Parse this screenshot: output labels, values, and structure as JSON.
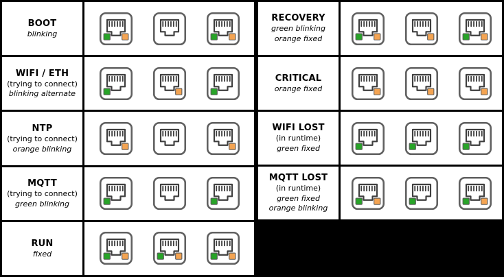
{
  "colors": {
    "led_green": "#28a428",
    "led_orange": "#f4a452",
    "background": "#000000",
    "cell_background": "#ffffff",
    "jack_outline": "#606060"
  },
  "tables": [
    {
      "id": "left",
      "rows": [
        {
          "title": "BOOT",
          "lines": [
            {
              "text": "blinking",
              "italic": true
            }
          ],
          "frames": [
            {
              "green": true,
              "orange": true
            },
            {
              "green": false,
              "orange": false
            },
            {
              "green": true,
              "orange": true
            }
          ]
        },
        {
          "title": "WIFI / ETH",
          "lines": [
            {
              "text": "(trying to connect)",
              "italic": false
            },
            {
              "text": "blinking alternate",
              "italic": true
            }
          ],
          "frames": [
            {
              "green": true,
              "orange": false
            },
            {
              "green": false,
              "orange": true
            },
            {
              "green": true,
              "orange": false
            }
          ]
        },
        {
          "title": "NTP",
          "lines": [
            {
              "text": "(trying to connect)",
              "italic": false
            },
            {
              "text": "orange blinking",
              "italic": true
            }
          ],
          "frames": [
            {
              "green": false,
              "orange": true
            },
            {
              "green": false,
              "orange": false
            },
            {
              "green": false,
              "orange": true
            }
          ]
        },
        {
          "title": "MQTT",
          "lines": [
            {
              "text": "(trying to connect)",
              "italic": false
            },
            {
              "text": "green blinking",
              "italic": true
            }
          ],
          "frames": [
            {
              "green": true,
              "orange": false
            },
            {
              "green": false,
              "orange": false
            },
            {
              "green": true,
              "orange": false
            }
          ]
        },
        {
          "title": "RUN",
          "lines": [
            {
              "text": "fixed",
              "italic": true
            }
          ],
          "frames": [
            {
              "green": true,
              "orange": true
            },
            {
              "green": true,
              "orange": true
            },
            {
              "green": true,
              "orange": true
            }
          ]
        }
      ]
    },
    {
      "id": "right",
      "rows": [
        {
          "title": "RECOVERY",
          "lines": [
            {
              "text": "green blinking",
              "italic": true
            },
            {
              "text": "orange fixed",
              "italic": true
            }
          ],
          "frames": [
            {
              "green": true,
              "orange": true
            },
            {
              "green": false,
              "orange": true
            },
            {
              "green": true,
              "orange": true
            }
          ]
        },
        {
          "title": "CRITICAL",
          "lines": [
            {
              "text": "orange fixed",
              "italic": true
            }
          ],
          "frames": [
            {
              "green": false,
              "orange": true
            },
            {
              "green": false,
              "orange": true
            },
            {
              "green": false,
              "orange": true
            }
          ]
        },
        {
          "title": "WIFI LOST",
          "lines": [
            {
              "text": "(in runtime)",
              "italic": false
            },
            {
              "text": "green fixed",
              "italic": true
            }
          ],
          "frames": [
            {
              "green": true,
              "orange": false
            },
            {
              "green": true,
              "orange": false
            },
            {
              "green": true,
              "orange": false
            }
          ]
        },
        {
          "title": "MQTT LOST",
          "lines": [
            {
              "text": "(in runtime)",
              "italic": false
            },
            {
              "text": "green fixed",
              "italic": true
            },
            {
              "text": "orange blinking",
              "italic": true
            }
          ],
          "frames": [
            {
              "green": true,
              "orange": true
            },
            {
              "green": true,
              "orange": false
            },
            {
              "green": true,
              "orange": true
            }
          ]
        }
      ]
    }
  ]
}
